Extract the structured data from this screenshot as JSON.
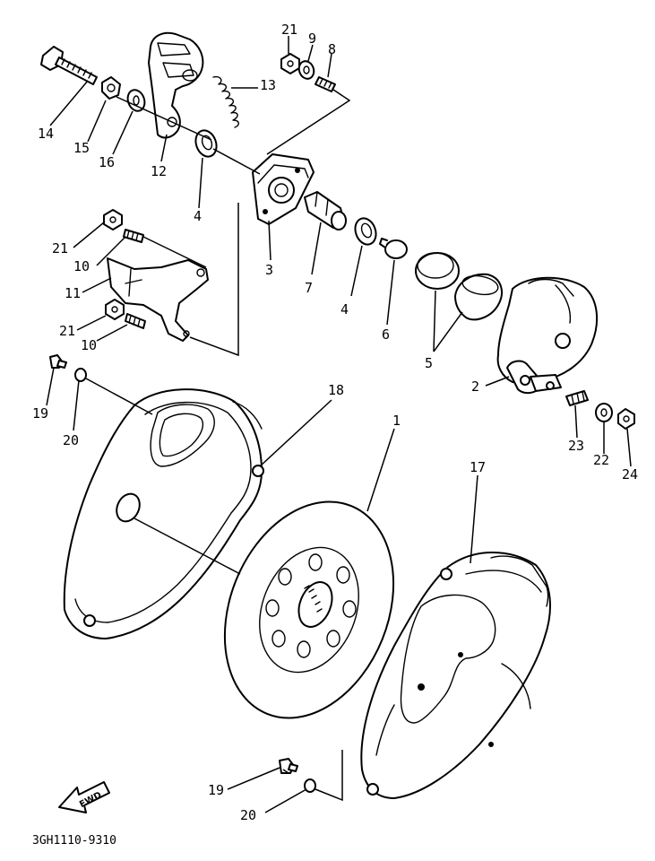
{
  "diagram": {
    "code": "3GH1110-9310",
    "direction_label": "FWD",
    "callouts": [
      {
        "id": "c21a",
        "label": "21"
      },
      {
        "id": "c9",
        "label": "9"
      },
      {
        "id": "c8",
        "label": "8"
      },
      {
        "id": "c13",
        "label": "13"
      },
      {
        "id": "c14",
        "label": "14"
      },
      {
        "id": "c15",
        "label": "15"
      },
      {
        "id": "c16",
        "label": "16"
      },
      {
        "id": "c12",
        "label": "12"
      },
      {
        "id": "c4a",
        "label": "4"
      },
      {
        "id": "c3",
        "label": "3"
      },
      {
        "id": "c7",
        "label": "7"
      },
      {
        "id": "c4b",
        "label": "4"
      },
      {
        "id": "c6",
        "label": "6"
      },
      {
        "id": "c5",
        "label": "5"
      },
      {
        "id": "c2",
        "label": "2"
      },
      {
        "id": "c21b",
        "label": "21"
      },
      {
        "id": "c10a",
        "label": "10"
      },
      {
        "id": "c11",
        "label": "11"
      },
      {
        "id": "c21c",
        "label": "21"
      },
      {
        "id": "c10b",
        "label": "10"
      },
      {
        "id": "c19a",
        "label": "19"
      },
      {
        "id": "c20a",
        "label": "20"
      },
      {
        "id": "c18",
        "label": "18"
      },
      {
        "id": "c1",
        "label": "1"
      },
      {
        "id": "c17",
        "label": "17"
      },
      {
        "id": "c23",
        "label": "23"
      },
      {
        "id": "c22",
        "label": "22"
      },
      {
        "id": "c24",
        "label": "24"
      },
      {
        "id": "c19b",
        "label": "19"
      },
      {
        "id": "c20b",
        "label": "20"
      }
    ]
  }
}
